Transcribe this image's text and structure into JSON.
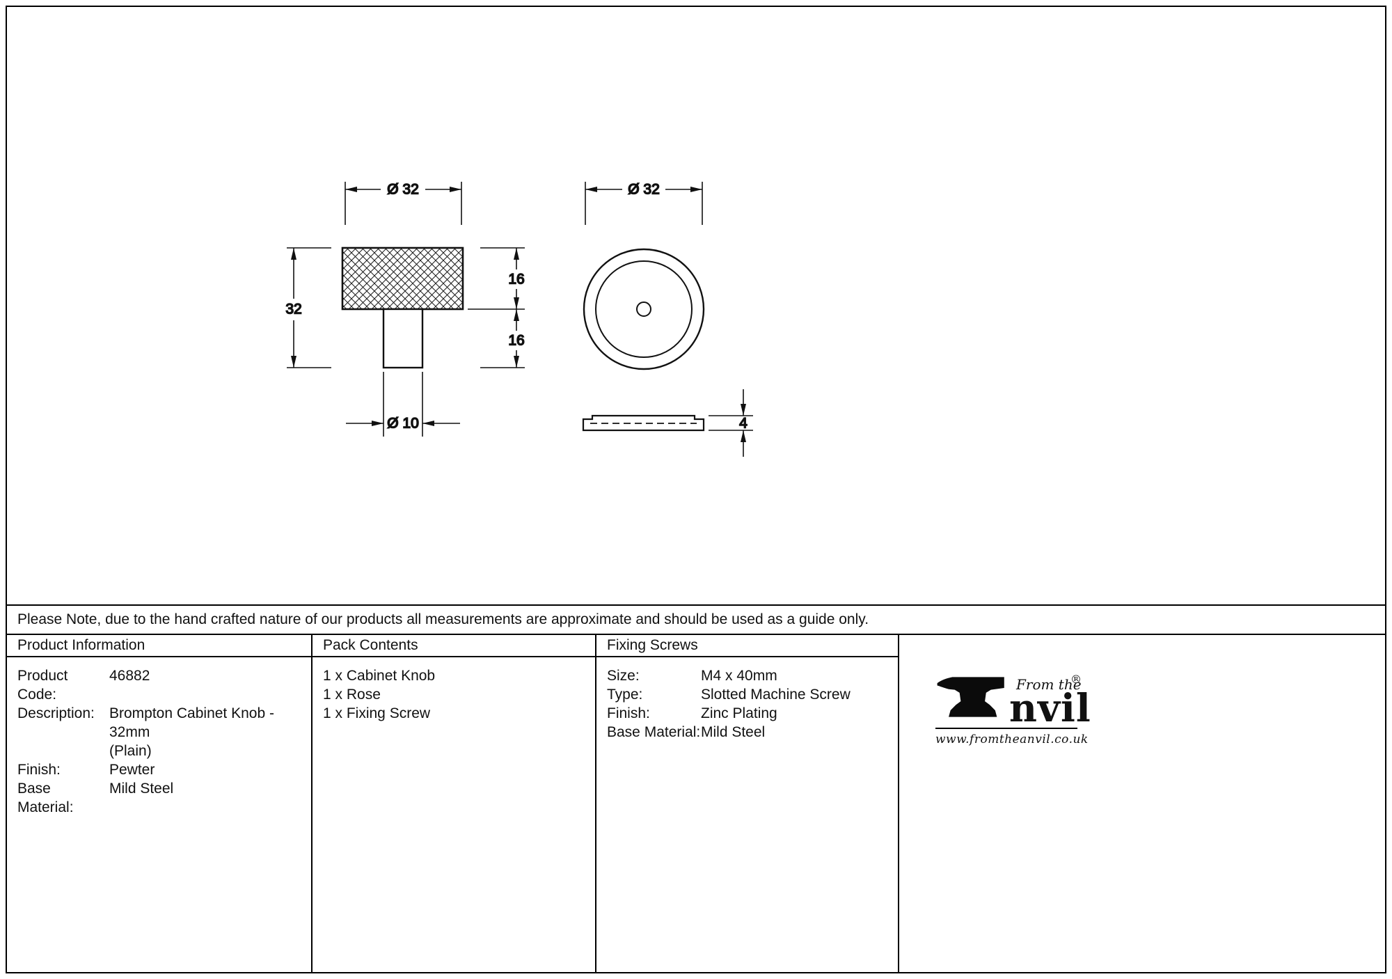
{
  "drawing": {
    "side_view": {
      "head_diameter": "Ø 32",
      "total_height": "32",
      "head_height": "16",
      "stem_height": "16",
      "stem_diameter": "Ø 10"
    },
    "front_view": {
      "diameter": "Ø 32"
    },
    "rose_profile": {
      "thickness": "4"
    }
  },
  "note": "Please Note, due to the hand crafted nature of our products all measurements are approximate and should be used as a guide only.",
  "product_information": {
    "title": "Product Information",
    "rows": [
      {
        "label": "Product Code:",
        "value": "46882"
      },
      {
        "label": "Description:",
        "value": "Brompton Cabinet Knob - 32mm",
        "value_line2": "(Plain)"
      },
      {
        "label": "Finish:",
        "value": "Pewter"
      },
      {
        "label": "Base Material:",
        "value": "Mild Steel"
      }
    ]
  },
  "pack_contents": {
    "title": "Pack Contents",
    "items": [
      "1 x Cabinet Knob",
      "1 x Rose",
      "1 x Fixing Screw"
    ]
  },
  "fixing_screws": {
    "title": "Fixing Screws",
    "rows": [
      {
        "label": "Size:",
        "value": "M4 x 40mm"
      },
      {
        "label": "Type:",
        "value": "Slotted Machine Screw"
      },
      {
        "label": "Finish:",
        "value": "Zinc Plating"
      },
      {
        "label": "Base Material:",
        "value": "Mild Steel"
      }
    ]
  },
  "logo": {
    "brand_prefix": "From the",
    "brand_wordmark": "nvil",
    "registered": "®",
    "website": "www.fromtheanvil.co.uk"
  }
}
